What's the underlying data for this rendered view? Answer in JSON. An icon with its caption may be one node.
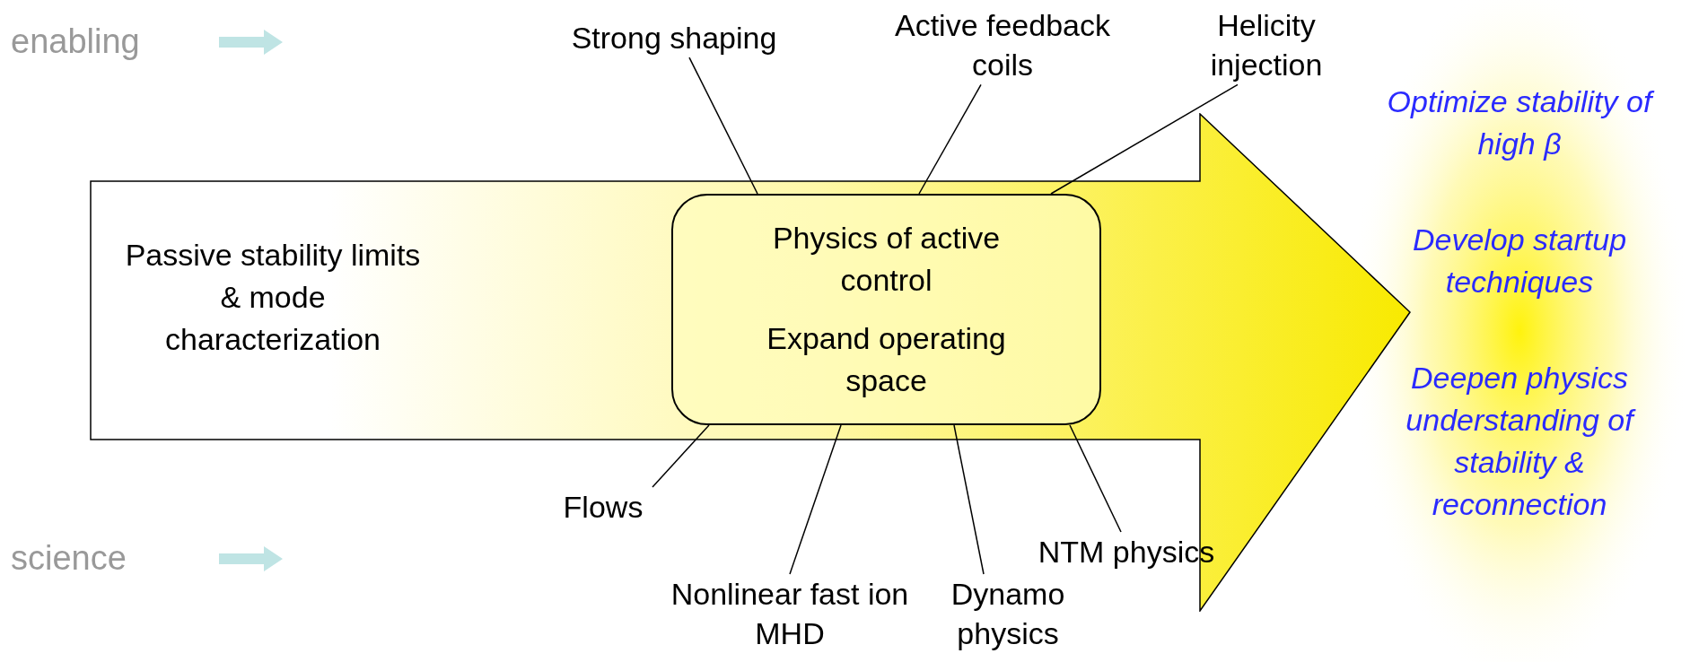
{
  "diagram": {
    "nodes": [
      {
        "text": [
          "Passive stability limits & mode characterization"
        ]
      },
      {
        "text": [
          "Physics of active control",
          "Expand operating space"
        ],
        "in": 0
      },
      {
        "text": [
          "Strong shaping"
        ]
      },
      {
        "text": [
          "Active feedback coils"
        ]
      },
      {
        "text": [
          "Helicity injection"
        ]
      },
      {
        "text": [
          "Flows"
        ]
      },
      {
        "text": [
          "Nonlinear fast ion MHD"
        ]
      },
      {
        "text": [
          "Dynamo physics"
        ]
      },
      {
        "text": [
          "NTM physics"
        ]
      }
    ],
    "edges": [
      {
        "from": 2,
        "to": 1,
        "arrow": "none"
      },
      {
        "from": 3,
        "to": 1,
        "arrow": "none"
      },
      {
        "from": 4,
        "to": 1,
        "arrow": "none"
      },
      {
        "from": 5,
        "to": 1,
        "arrow": "none"
      },
      {
        "from": 6,
        "to": 1,
        "arrow": "none"
      },
      {
        "from": 7,
        "to": 1,
        "arrow": "none"
      },
      {
        "from": 8,
        "to": 1,
        "arrow": "none"
      }
    ],
    "labels": [
      "enabling",
      "Optimize stability of high β",
      "Develop startup techniques",
      "Deepen physics understanding of stability & reconnection",
      "science"
    ]
  }
}
